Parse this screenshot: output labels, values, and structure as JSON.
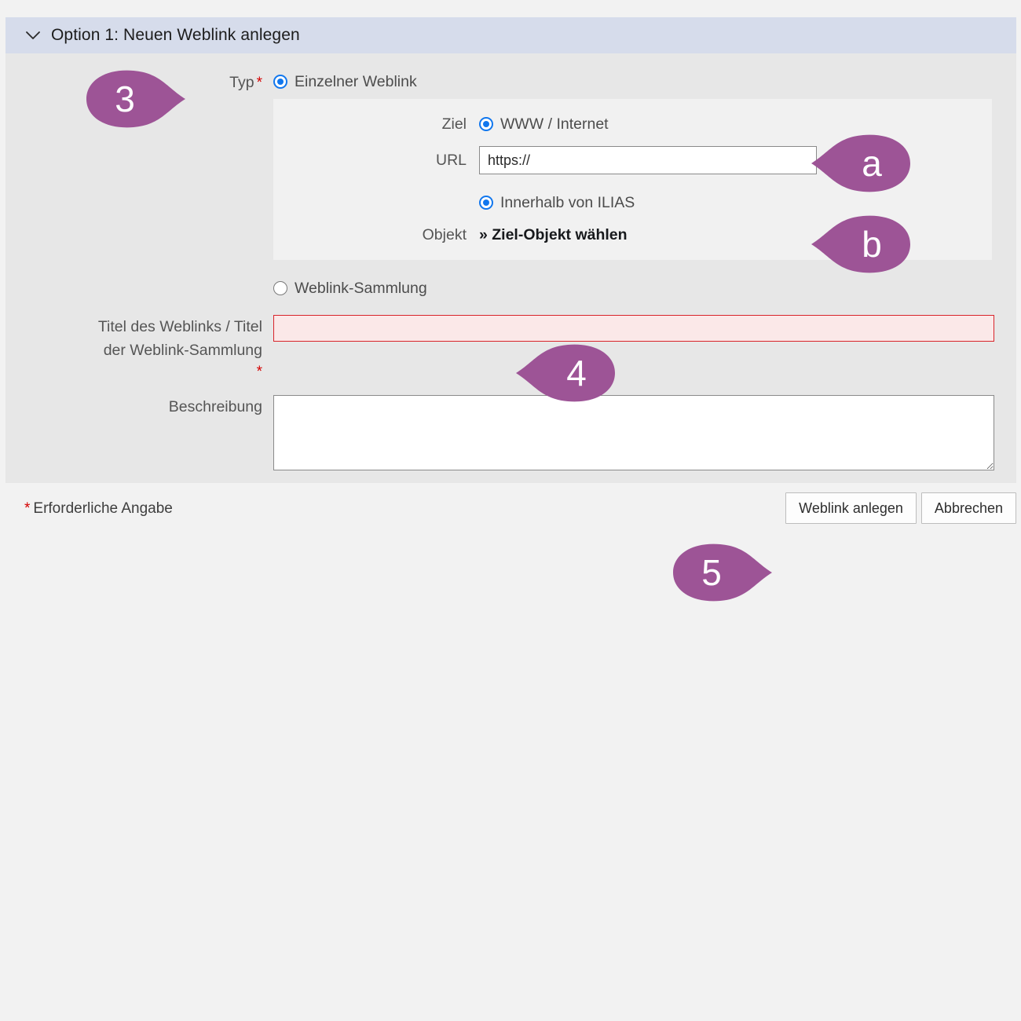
{
  "section": {
    "title": "Option 1: Neuen Weblink anlegen",
    "collapse_icon": "chevron-down-icon"
  },
  "fields": {
    "typ": {
      "label": "Typ",
      "required_mark": "*",
      "options": [
        {
          "label": "Einzelner Weblink",
          "selected": true
        },
        {
          "label": "Weblink-Sammlung",
          "selected": false
        }
      ]
    },
    "ziel": {
      "label": "Ziel",
      "options": [
        {
          "label": "WWW / Internet",
          "selected": true
        },
        {
          "label": "Innerhalb von ILIAS",
          "selected": true
        }
      ]
    },
    "url": {
      "label": "URL",
      "value": "https://",
      "placeholder": ""
    },
    "objekt": {
      "label": "Objekt",
      "link_text": "» Ziel-Objekt wählen"
    },
    "titel": {
      "label_line1": "Titel des Weblinks / Titel",
      "label_line2": "der Weblink-Sammlung",
      "required_mark": "*",
      "value": "",
      "placeholder": "",
      "state": "error"
    },
    "beschreibung": {
      "label": "Beschreibung",
      "value": "",
      "placeholder": ""
    }
  },
  "footer": {
    "required_note_star": "*",
    "required_note": "Erforderliche Angabe",
    "submit_label": "Weblink anlegen",
    "cancel_label": "Abbrechen"
  },
  "callouts": [
    {
      "id": "step-3",
      "text": "3",
      "direction": "right"
    },
    {
      "id": "step-a",
      "text": "a",
      "direction": "left"
    },
    {
      "id": "step-b",
      "text": "b",
      "direction": "left"
    },
    {
      "id": "step-4",
      "text": "4",
      "direction": "left"
    },
    {
      "id": "step-5",
      "text": "5",
      "direction": "right"
    }
  ],
  "colors": {
    "accent_purple": "#9d5496",
    "header_blue": "#d6dceb",
    "body_gray": "#e7e7e7",
    "subpanel_gray": "#f1f1f1",
    "page_bg": "#f2f2f2",
    "error_red": "#d8242b",
    "error_fill": "#fbe8e8",
    "radio_blue": "#1177ee",
    "required_star": "#d40000"
  }
}
